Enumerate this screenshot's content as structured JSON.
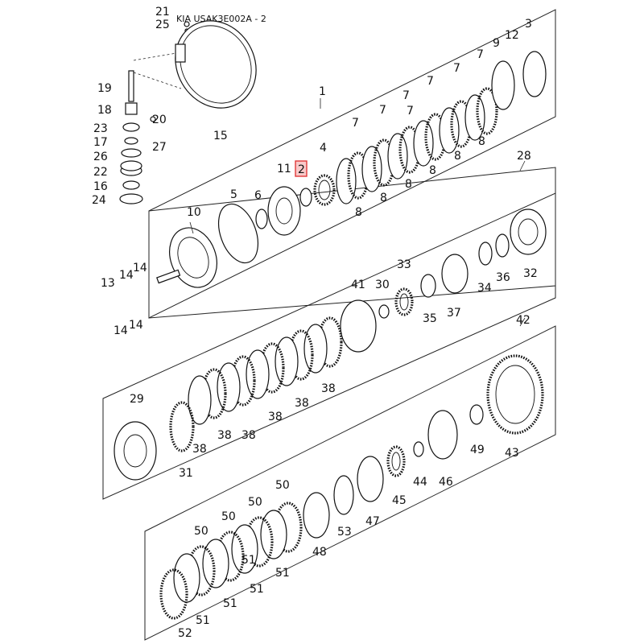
{
  "diagram": {
    "title": "KIA USAK3E002A - 2",
    "highlighted_part": "2",
    "callouts": {
      "c1": "1",
      "c2": "2",
      "c3": "3",
      "c4": "4",
      "c5": "5",
      "c6": "6",
      "c7a": "7",
      "c7b": "7",
      "c7c": "7",
      "c7d": "7",
      "c7e": "7",
      "c7f": "7",
      "c7g": "7",
      "c8a": "8",
      "c8b": "8",
      "c8c": "8",
      "c8d": "8",
      "c8e": "8",
      "c8f": "8",
      "c9": "9",
      "c10": "10",
      "c11": "11",
      "c12": "12",
      "c13": "13",
      "c14a": "14",
      "c14b": "14",
      "c14c": "14",
      "c14d": "14",
      "c15": "15",
      "c16": "16",
      "c17": "17",
      "c18": "18",
      "c19": "19",
      "c20": "20",
      "c21": "21",
      "c22": "22",
      "c23": "23",
      "c24": "24",
      "c25": "25",
      "c26": "26",
      "c27": "27",
      "c28": "28",
      "c29": "29",
      "c30": "30",
      "c31": "31",
      "c32": "32",
      "c33": "33",
      "c34": "34",
      "c35": "35",
      "c36": "36",
      "c37": "37",
      "c38a": "38",
      "c38b": "38",
      "c38c": "38",
      "c38d": "38",
      "c38e": "38",
      "c38f": "38",
      "c41": "41",
      "c42": "42",
      "c43": "43",
      "c44": "44",
      "c45": "45",
      "c46": "46",
      "c47": "47",
      "c48": "48",
      "c49": "49",
      "c50a": "50",
      "c50b": "50",
      "c50c": "50",
      "c50d": "50",
      "c51a": "51",
      "c51b": "51",
      "c51c": "51",
      "c51d": "51",
      "c51e": "51",
      "c52": "52",
      "c53": "53"
    }
  }
}
